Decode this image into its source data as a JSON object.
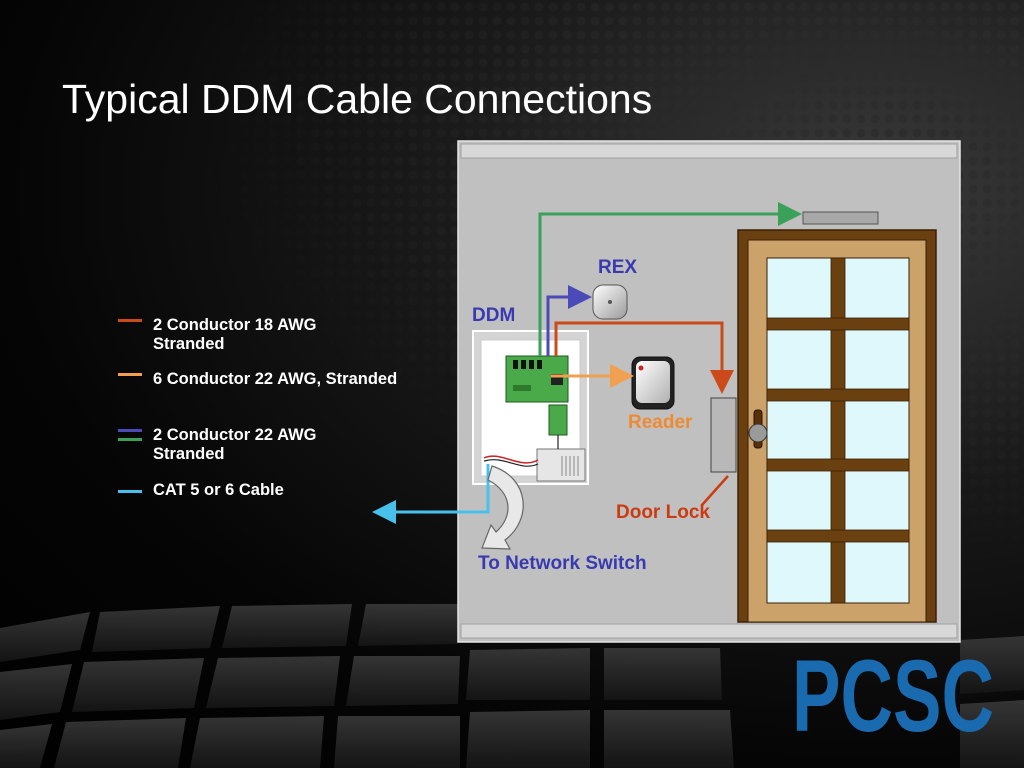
{
  "slide": {
    "title": "Typical DDM Cable Connections"
  },
  "legend": [
    {
      "text": "2 Conductor 18 AWG\nStranded",
      "colors": [
        "#cc4a1a"
      ]
    },
    {
      "text": "6 Conductor 22 AWG, Stranded",
      "colors": [
        "#f0a050"
      ]
    },
    {
      "text": "2 Conductor 22 AWG\nStranded",
      "colors": [
        "#4a4ab8",
        "#3aa05a"
      ]
    },
    {
      "text": "CAT 5 or 6 Cable",
      "colors": [
        "#48c0ec"
      ]
    }
  ],
  "diagram": {
    "labels": {
      "rex": "REX",
      "ddm": "DDM",
      "reader": "Reader",
      "door_lock": "Door Lock",
      "network_switch": "To Network Switch"
    },
    "colors": {
      "blue_label": "#3a3ab0",
      "orange_label": "#f08a30",
      "red_label": "#cc3a10",
      "panel_bg": "#c0c0c0",
      "door_wood": "#6b4010",
      "door_frame": "#caa26a",
      "glass": "#dff8fb"
    }
  },
  "logo": {
    "text": "PCSC",
    "color": "#1a6ab0"
  }
}
